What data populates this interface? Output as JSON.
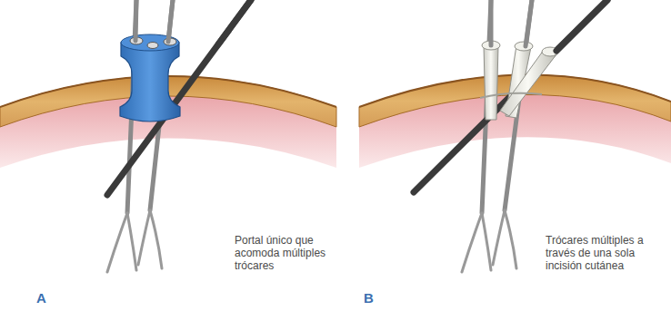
{
  "diagram": {
    "labels": [
      "Portal único que acomoda múltiples trócares",
      "Trócares múltiples a través de una sola incisión cutánea",
      "A",
      "B"
    ]
  }
}
